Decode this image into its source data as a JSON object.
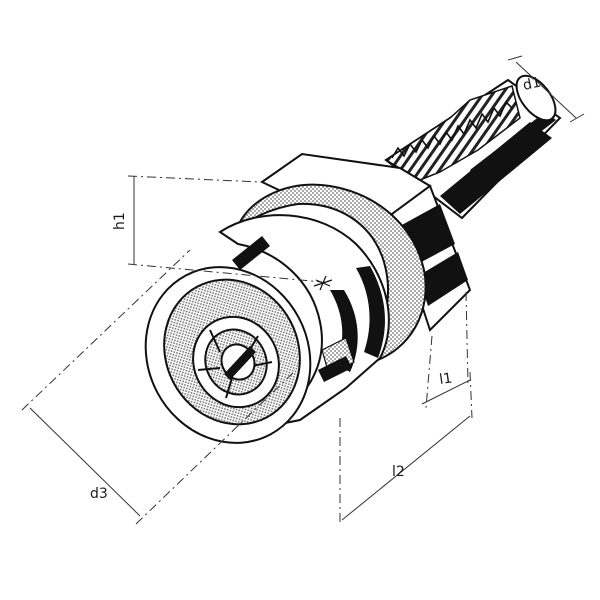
{
  "diagram": {
    "labels": {
      "d1": "d1",
      "h1": "h1",
      "l1": "l1",
      "l2": "l2",
      "d3": "d3"
    },
    "center_mark": "*",
    "colors": {
      "ink": "#111111",
      "background": "#ffffff",
      "hatch": "#9a9a9a"
    }
  }
}
